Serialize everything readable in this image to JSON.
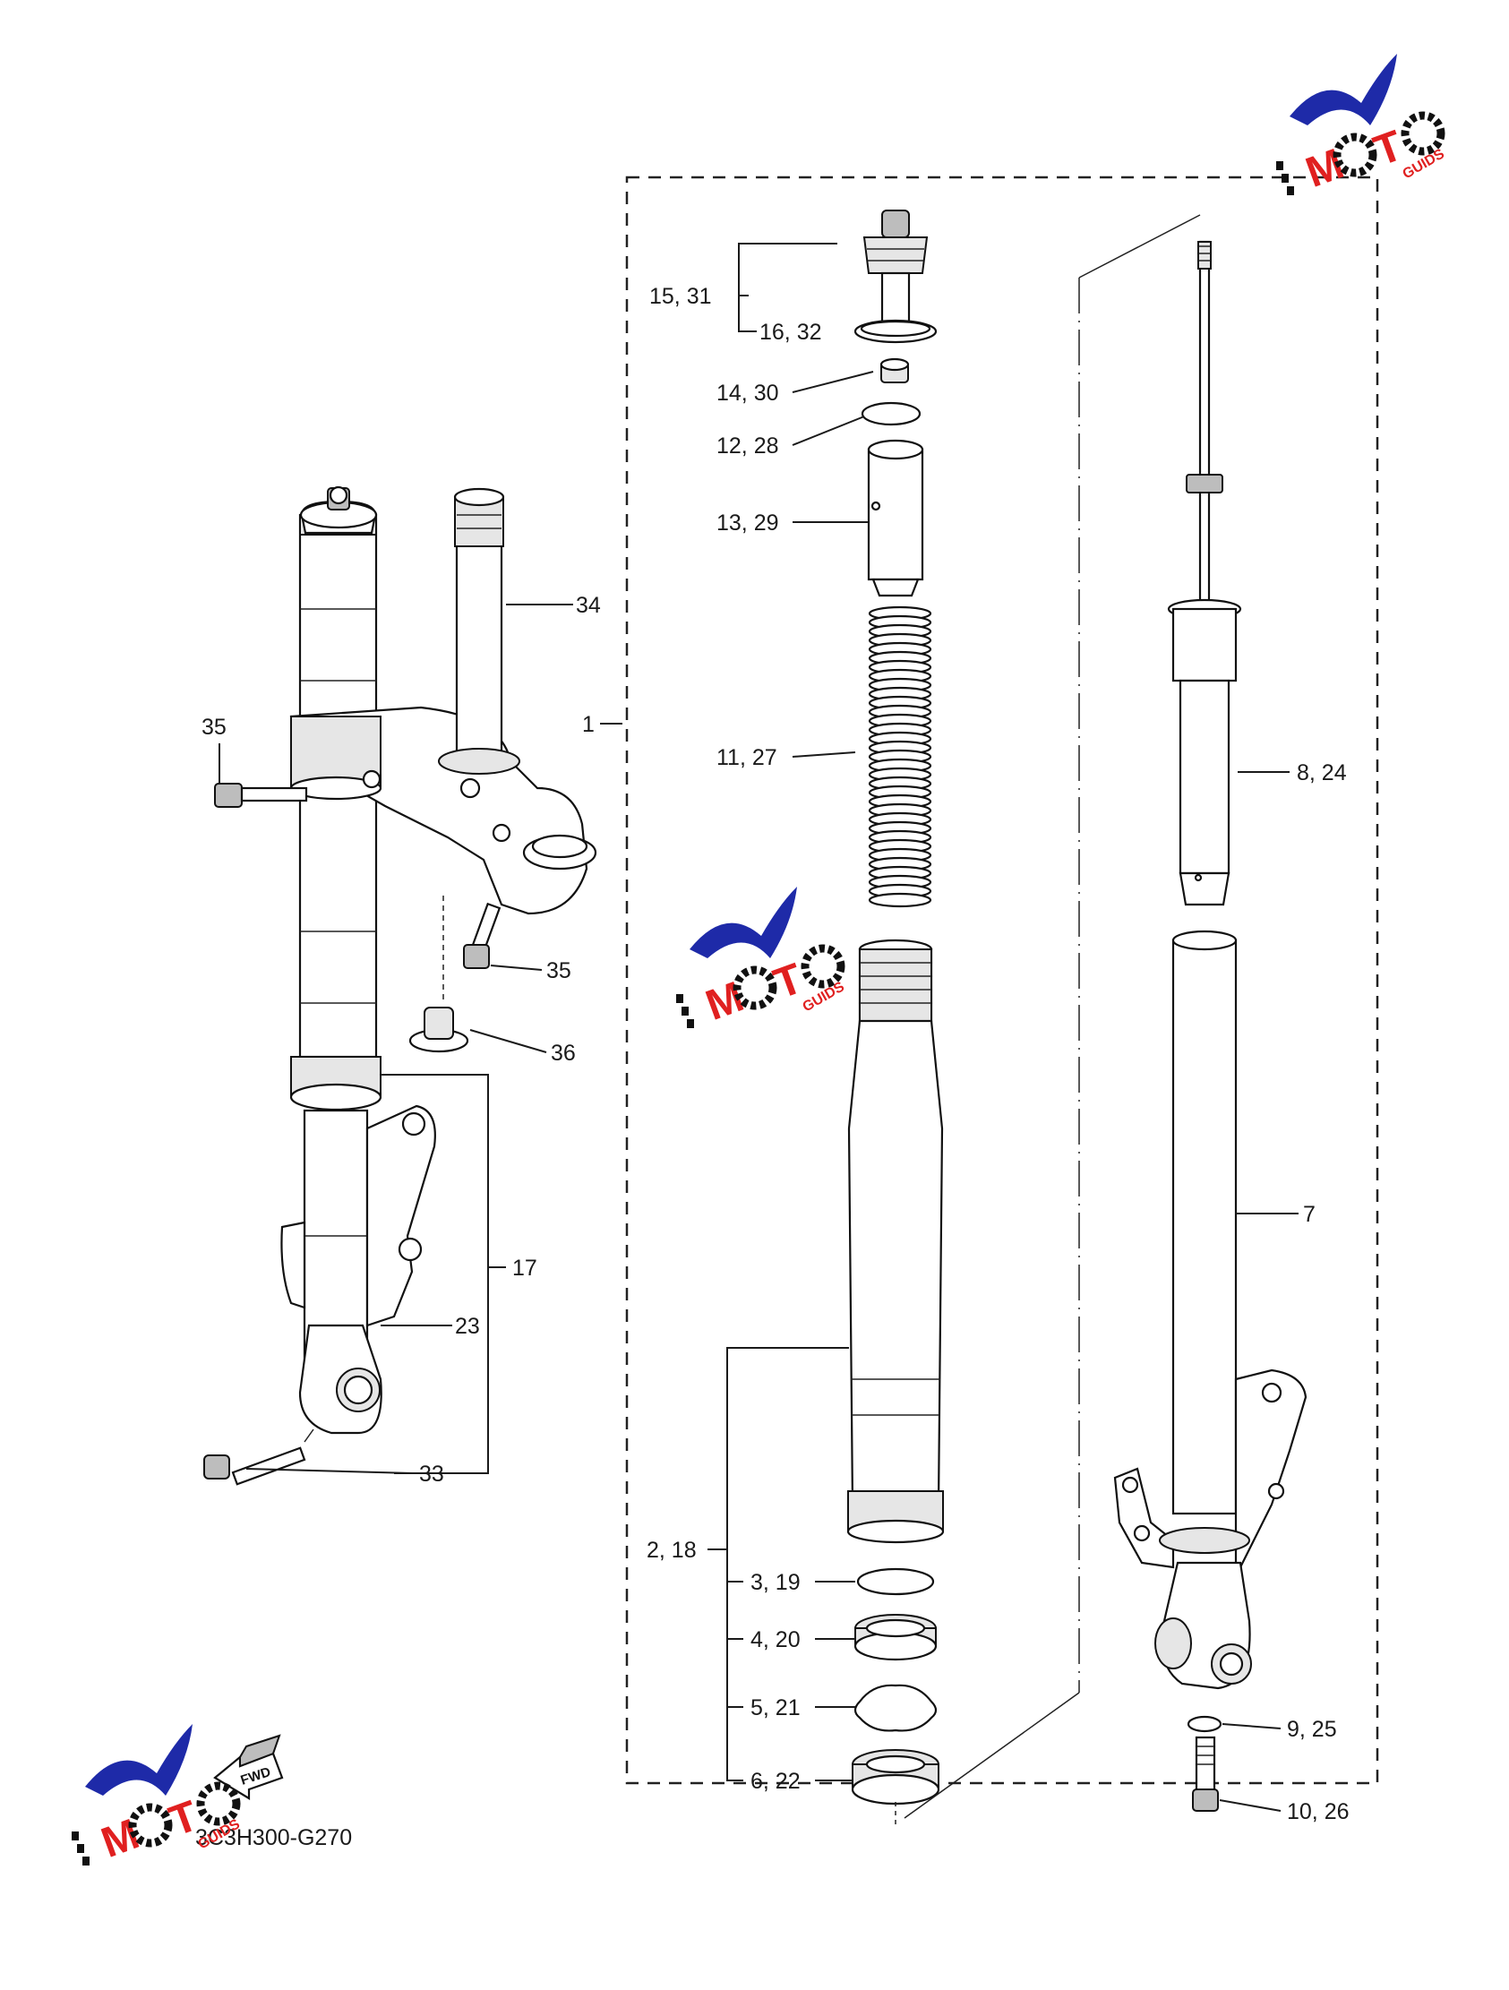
{
  "diagram_code": "3C3H300-G270",
  "fwd_label": "FWD",
  "watermark": {
    "brand": "MOTO",
    "suffix": "GUIDS",
    "colors": {
      "swoosh": "#1e2aa8",
      "letters": "#e02020",
      "gear": "#111111"
    }
  },
  "callouts": {
    "c15_31": "15, 31",
    "c16_32": "16, 32",
    "c14_30": "14, 30",
    "c12_28": "12, 28",
    "c13_29": "13, 29",
    "c34": "34",
    "c1": "1",
    "c35a": "35",
    "c11_27": "11, 27",
    "c8_24": "8, 24",
    "c35b": "35",
    "c36": "36",
    "c17": "17",
    "c23": "23",
    "c7": "7",
    "c33": "33",
    "c2_18": "2, 18",
    "c3_19": "3, 19",
    "c4_20": "4, 20",
    "c5_21": "5, 21",
    "c9_25": "9, 25",
    "c6_22": "6, 22",
    "c10_26": "10, 26"
  }
}
